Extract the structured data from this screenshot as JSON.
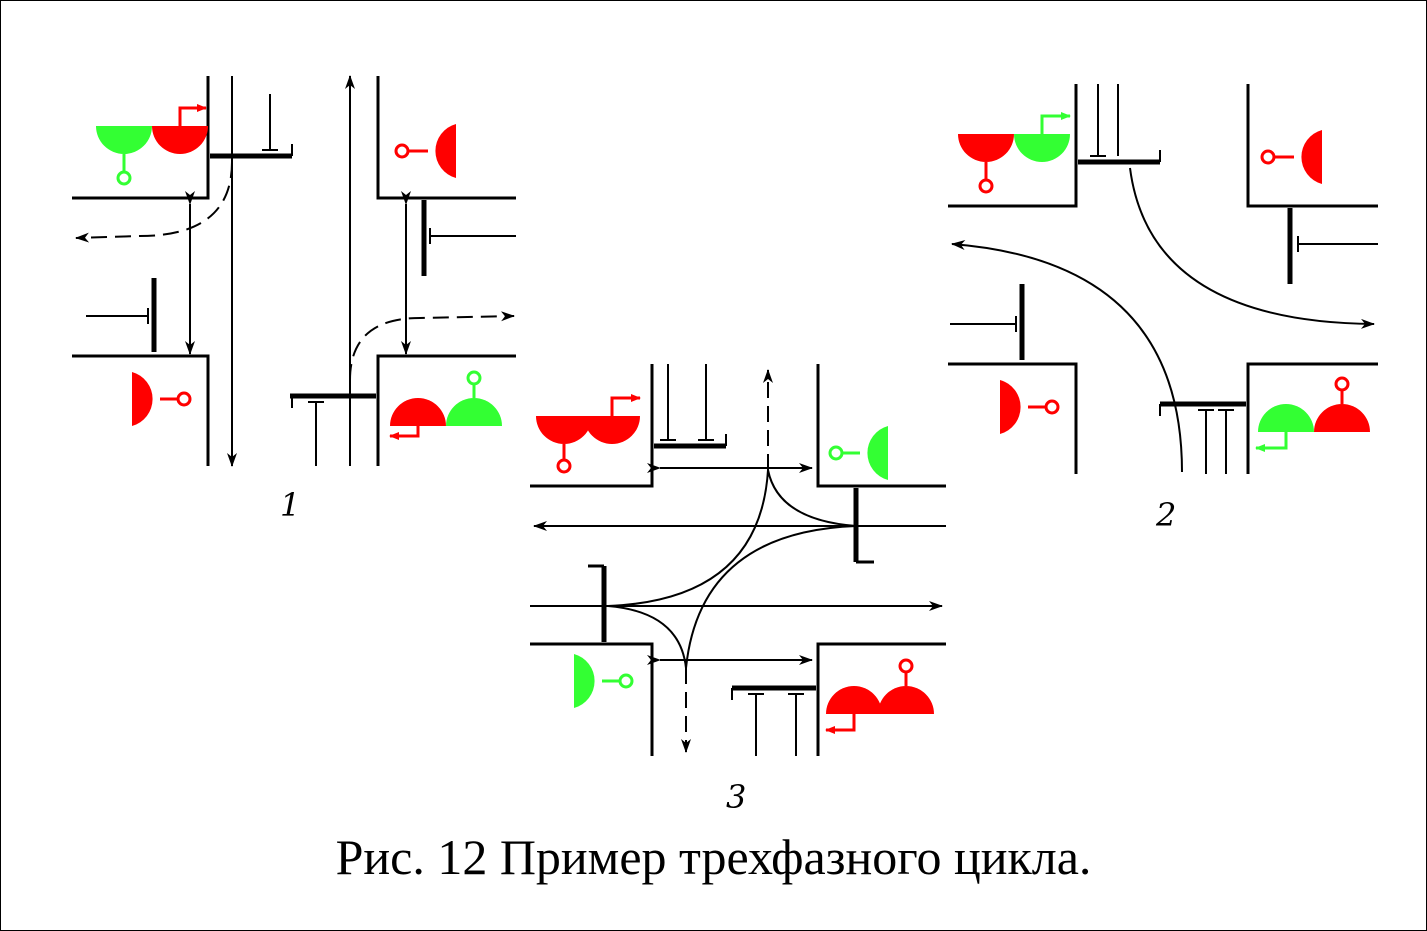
{
  "caption": "Рис. 12 Пример трехфазного цикла.",
  "phases": [
    {
      "id": "phase-1",
      "label": "1"
    },
    {
      "id": "phase-2",
      "label": "2"
    },
    {
      "id": "phase-3",
      "label": "3"
    }
  ],
  "colors": {
    "signal_red": "#ff0000",
    "signal_green": "#33ff33",
    "line": "#000000"
  },
  "icons": [
    "traffic-signal-icon",
    "arrow-icon",
    "stop-line"
  ]
}
